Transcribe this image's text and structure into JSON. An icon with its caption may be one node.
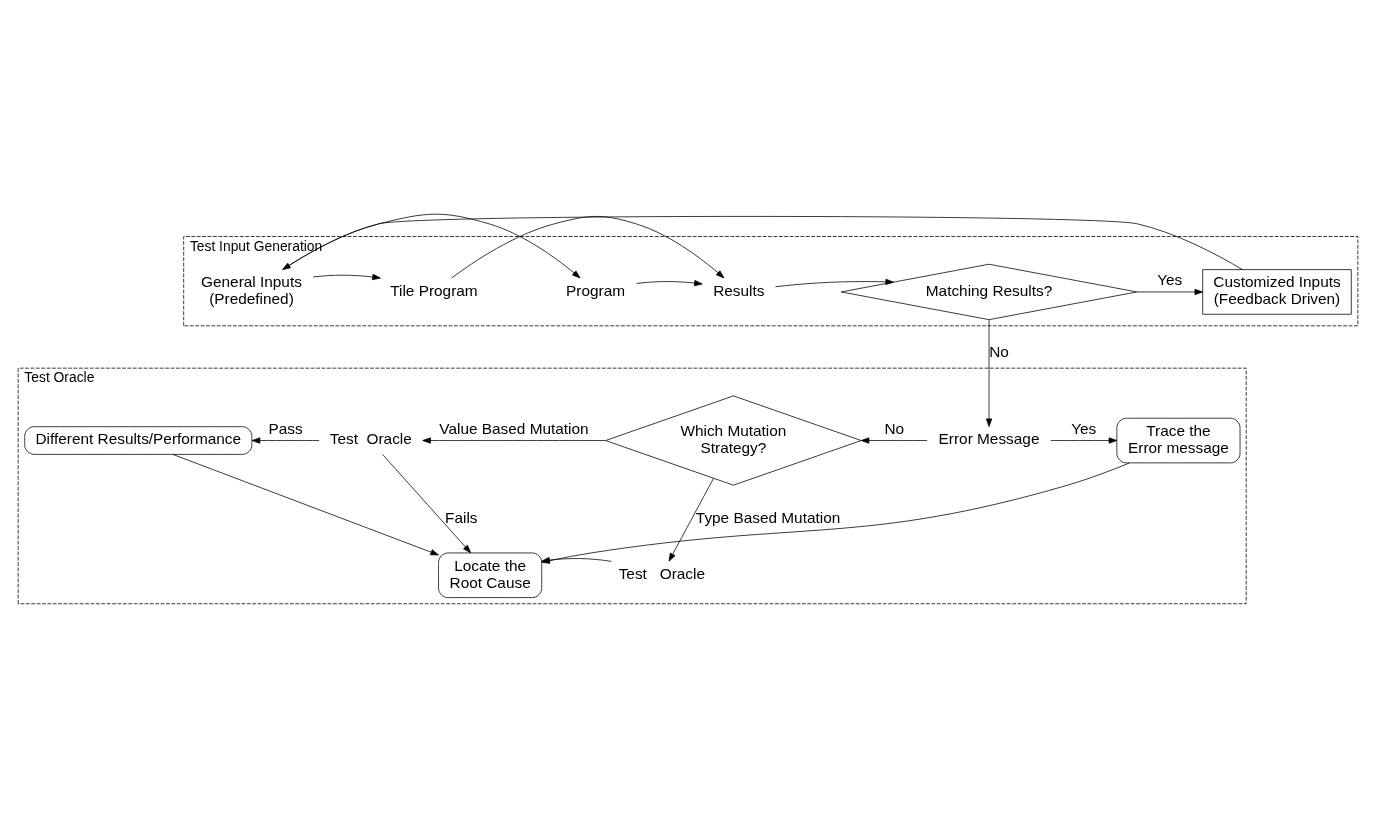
{
  "diagram": {
    "nodes": [
      {
        "text": [
          "Test Input Generation"
        ]
      },
      {
        "text": [
          "General Inputs (Predefined)"
        ],
        "in": 0
      },
      {
        "text": [
          "Tile Program"
        ],
        "in": 0
      },
      {
        "text": [
          "Program"
        ],
        "in": 0
      },
      {
        "text": [
          "Results"
        ],
        "in": 0
      },
      {
        "text": [
          "Matching Results?"
        ],
        "in": 0
      },
      {
        "text": [
          "Customized Inputs (Feedback Driven)"
        ],
        "in": 0
      },
      {
        "text": [
          "Test Oracle"
        ]
      },
      {
        "text": [
          "Error Message"
        ],
        "in": 7
      },
      {
        "text": [
          "Trace the Error message"
        ],
        "in": 7
      },
      {
        "text": [
          "Which Mutation Strategy?"
        ],
        "in": 7
      },
      {
        "text": [
          "Test  Oracle"
        ],
        "in": 7
      },
      {
        "text": [
          "Different Results/Performance"
        ],
        "in": 7
      },
      {
        "text": [
          "Test   Oracle"
        ],
        "in": 7
      },
      {
        "text": [
          "Locate the Root Cause"
        ],
        "in": 7
      }
    ],
    "edges": [
      {
        "from": 1,
        "to": 2,
        "arrow": "to"
      },
      {
        "from": 1,
        "to": 3,
        "arrow": "to"
      },
      {
        "from": 2,
        "to": 4,
        "arrow": "to"
      },
      {
        "from": 3,
        "to": 4,
        "arrow": "to"
      },
      {
        "from": 4,
        "to": 5,
        "arrow": "to"
      },
      {
        "from": 5,
        "to": 6,
        "label": "Yes",
        "arrow": "to"
      },
      {
        "from": 6,
        "to": 1,
        "arrow": "to"
      },
      {
        "from": 5,
        "to": 8,
        "label": "No",
        "arrow": "to"
      },
      {
        "from": 8,
        "to": 9,
        "label": "Yes",
        "arrow": "to"
      },
      {
        "from": 8,
        "to": 10,
        "label": "No",
        "arrow": "to"
      },
      {
        "from": 10,
        "to": 11,
        "label": "Value Based Mutation",
        "arrow": "to"
      },
      {
        "from": 10,
        "to": 13,
        "label": "Type Based Mutation",
        "arrow": "to"
      },
      {
        "from": 11,
        "to": 12,
        "label": "Pass",
        "arrow": "to"
      },
      {
        "from": 11,
        "to": 14,
        "label": "Fails",
        "arrow": "to"
      },
      {
        "from": 13,
        "to": 14,
        "arrow": "to"
      },
      {
        "from": 12,
        "to": 14,
        "arrow": "to"
      },
      {
        "from": 9,
        "to": 14,
        "arrow": "to"
      }
    ]
  }
}
